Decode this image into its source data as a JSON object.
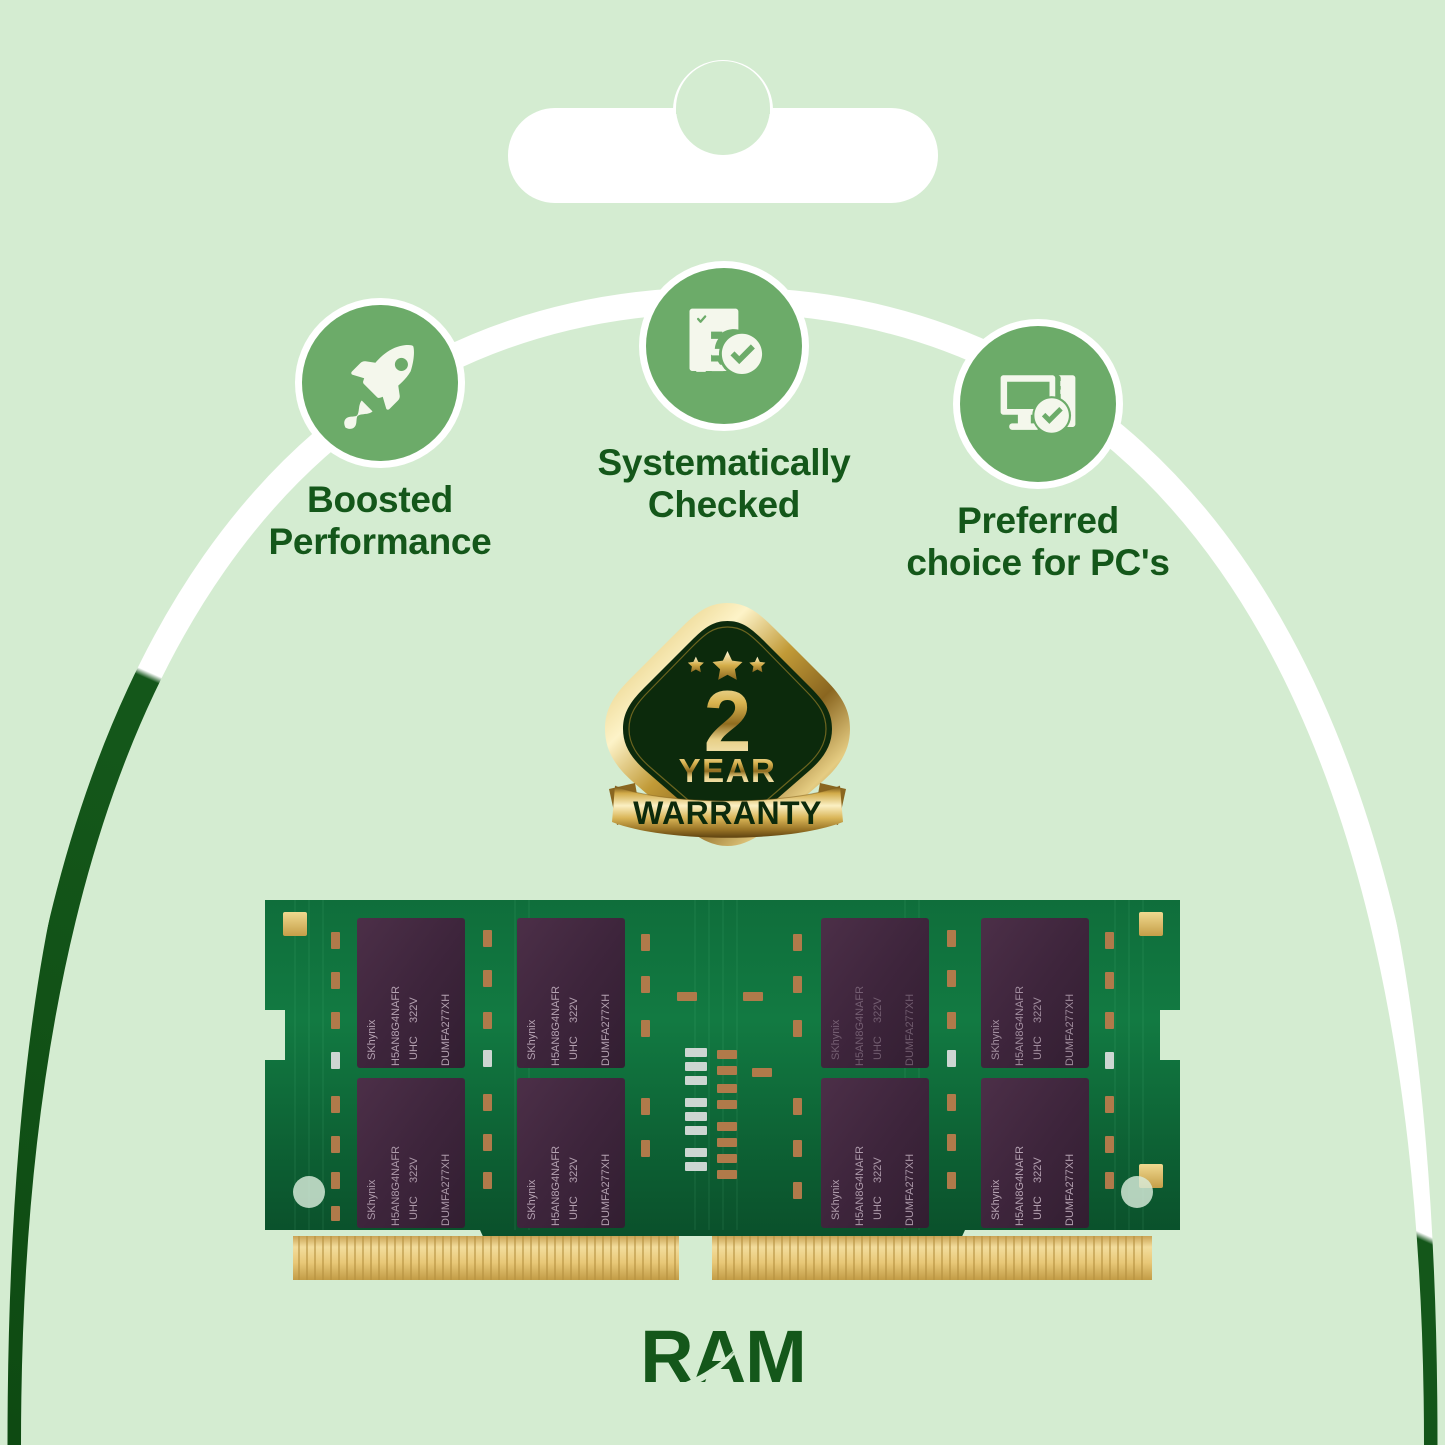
{
  "background_color": "#d4ecd1",
  "brand": {
    "name": "RAM",
    "color": "#14571a",
    "logo_icon": "ram-wordmark-with-swoosh"
  },
  "hang_tab": {
    "icon": "retail-hang-tab",
    "color": "#ffffff"
  },
  "arc": {
    "icon": "curved-arc-connector",
    "top_color": "#ffffff",
    "bottom_color": "#14571a"
  },
  "features": [
    {
      "id": "boosted-performance",
      "icon": "rocket-icon",
      "label": "Boosted\nPerformance",
      "circle_color": "#6cab69",
      "icon_color": "#f4f7ec",
      "text_color": "#14571a"
    },
    {
      "id": "systematically-checked",
      "icon": "checklist-check-icon",
      "label": "Systematically\nChecked",
      "circle_color": "#6cab69",
      "icon_color": "#f4f7ec",
      "text_color": "#14571a"
    },
    {
      "id": "preferred-choice-for-pcs",
      "icon": "desktop-computer-check-icon",
      "label": "Preferred\nchoice for PC's",
      "circle_color": "#6cab69",
      "icon_color": "#f4f7ec",
      "text_color": "#14571a"
    }
  ],
  "warranty_badge": {
    "icon": "warranty-seal-badge",
    "number": "2",
    "period": "YEAR",
    "ribbon": "WARRANTY",
    "stars": 3,
    "gold_color": "#c8a13c",
    "gold_light": "#f6e5a8",
    "field_color": "#0c2a0c"
  },
  "product": {
    "icon": "sodimm-memory-module",
    "pcb_color": "#10733c",
    "contact_color": "#e7c46a",
    "chip_color": "#43283f",
    "chip_rows": 2,
    "chips_per_row": 4,
    "chip_markings": {
      "brand": "SKhynix",
      "part_number": "H5AN8G4NAFR",
      "grade": "UHC",
      "date_code": "322V",
      "lot_code": "DUMFA277XH"
    }
  }
}
